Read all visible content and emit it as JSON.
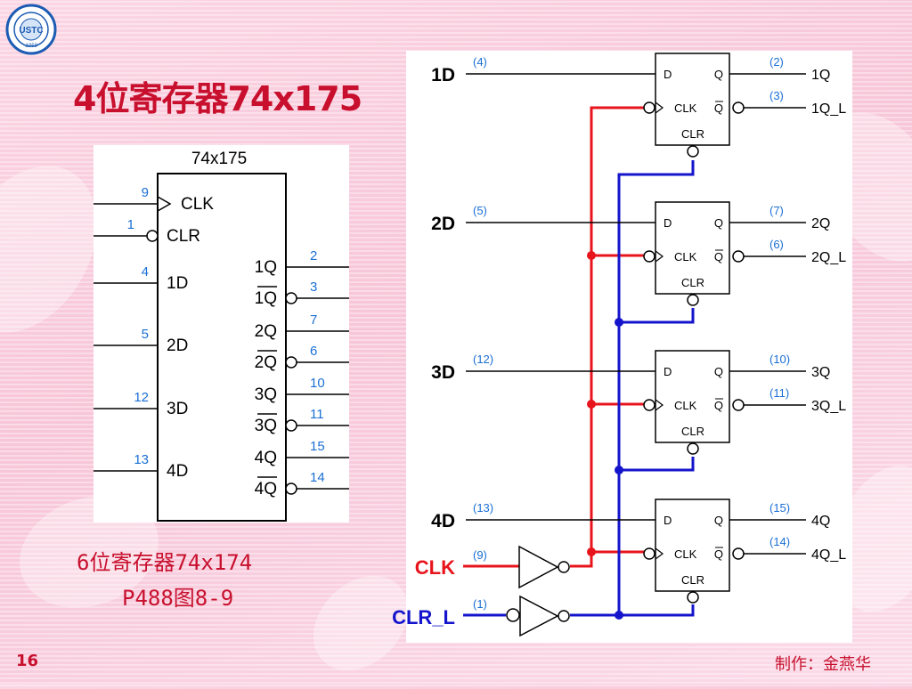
{
  "slide": {
    "title": "4位寄存器74x175",
    "note_line1": "6位寄存器74x174",
    "note_line2": "P488图8-9",
    "page_number": "16",
    "author": "制作：金燕华"
  },
  "logo": {
    "text": "USTC",
    "year": "1958"
  },
  "chip": {
    "name": "74x175",
    "inputs": [
      {
        "pin": "9",
        "label": "CLK"
      },
      {
        "pin": "1",
        "label": "CLR"
      },
      {
        "pin": "4",
        "label": "1D"
      },
      {
        "pin": "5",
        "label": "2D"
      },
      {
        "pin": "12",
        "label": "3D"
      },
      {
        "pin": "13",
        "label": "4D"
      }
    ],
    "outputs": [
      {
        "pin": "2",
        "label": "1Q"
      },
      {
        "pin": "3",
        "label": "1Q"
      },
      {
        "pin": "7",
        "label": "2Q"
      },
      {
        "pin": "6",
        "label": "2Q"
      },
      {
        "pin": "10",
        "label": "3Q"
      },
      {
        "pin": "11",
        "label": "3Q"
      },
      {
        "pin": "15",
        "label": "4Q"
      },
      {
        "pin": "14",
        "label": "4Q"
      }
    ]
  },
  "schematic": {
    "d_inputs": [
      "1D",
      "2D",
      "3D",
      "4D"
    ],
    "d_pins": [
      "(4)",
      "(5)",
      "(12)",
      "(13)"
    ],
    "q_pins": [
      "(2)",
      "(7)",
      "(10)",
      "(15)"
    ],
    "qn_pins": [
      "(3)",
      "(6)",
      "(11)",
      "(14)"
    ],
    "q_labels": [
      "1Q",
      "2Q",
      "3Q",
      "4Q"
    ],
    "qn_labels": [
      "1Q_L",
      "2Q_L",
      "3Q_L",
      "4Q_L"
    ],
    "ff_labels": {
      "d": "D",
      "q": "Q",
      "clk": "CLK",
      "qn": "Q",
      "clr": "CLR"
    },
    "clk_label": "CLK",
    "clk_pin": "(9)",
    "clr_label": "CLR_L",
    "clr_pin": "(1)",
    "colors": {
      "clk": "#e8141c",
      "clr": "#1414cc",
      "pin": "#1a6fd6",
      "title": "#c8102e"
    }
  }
}
